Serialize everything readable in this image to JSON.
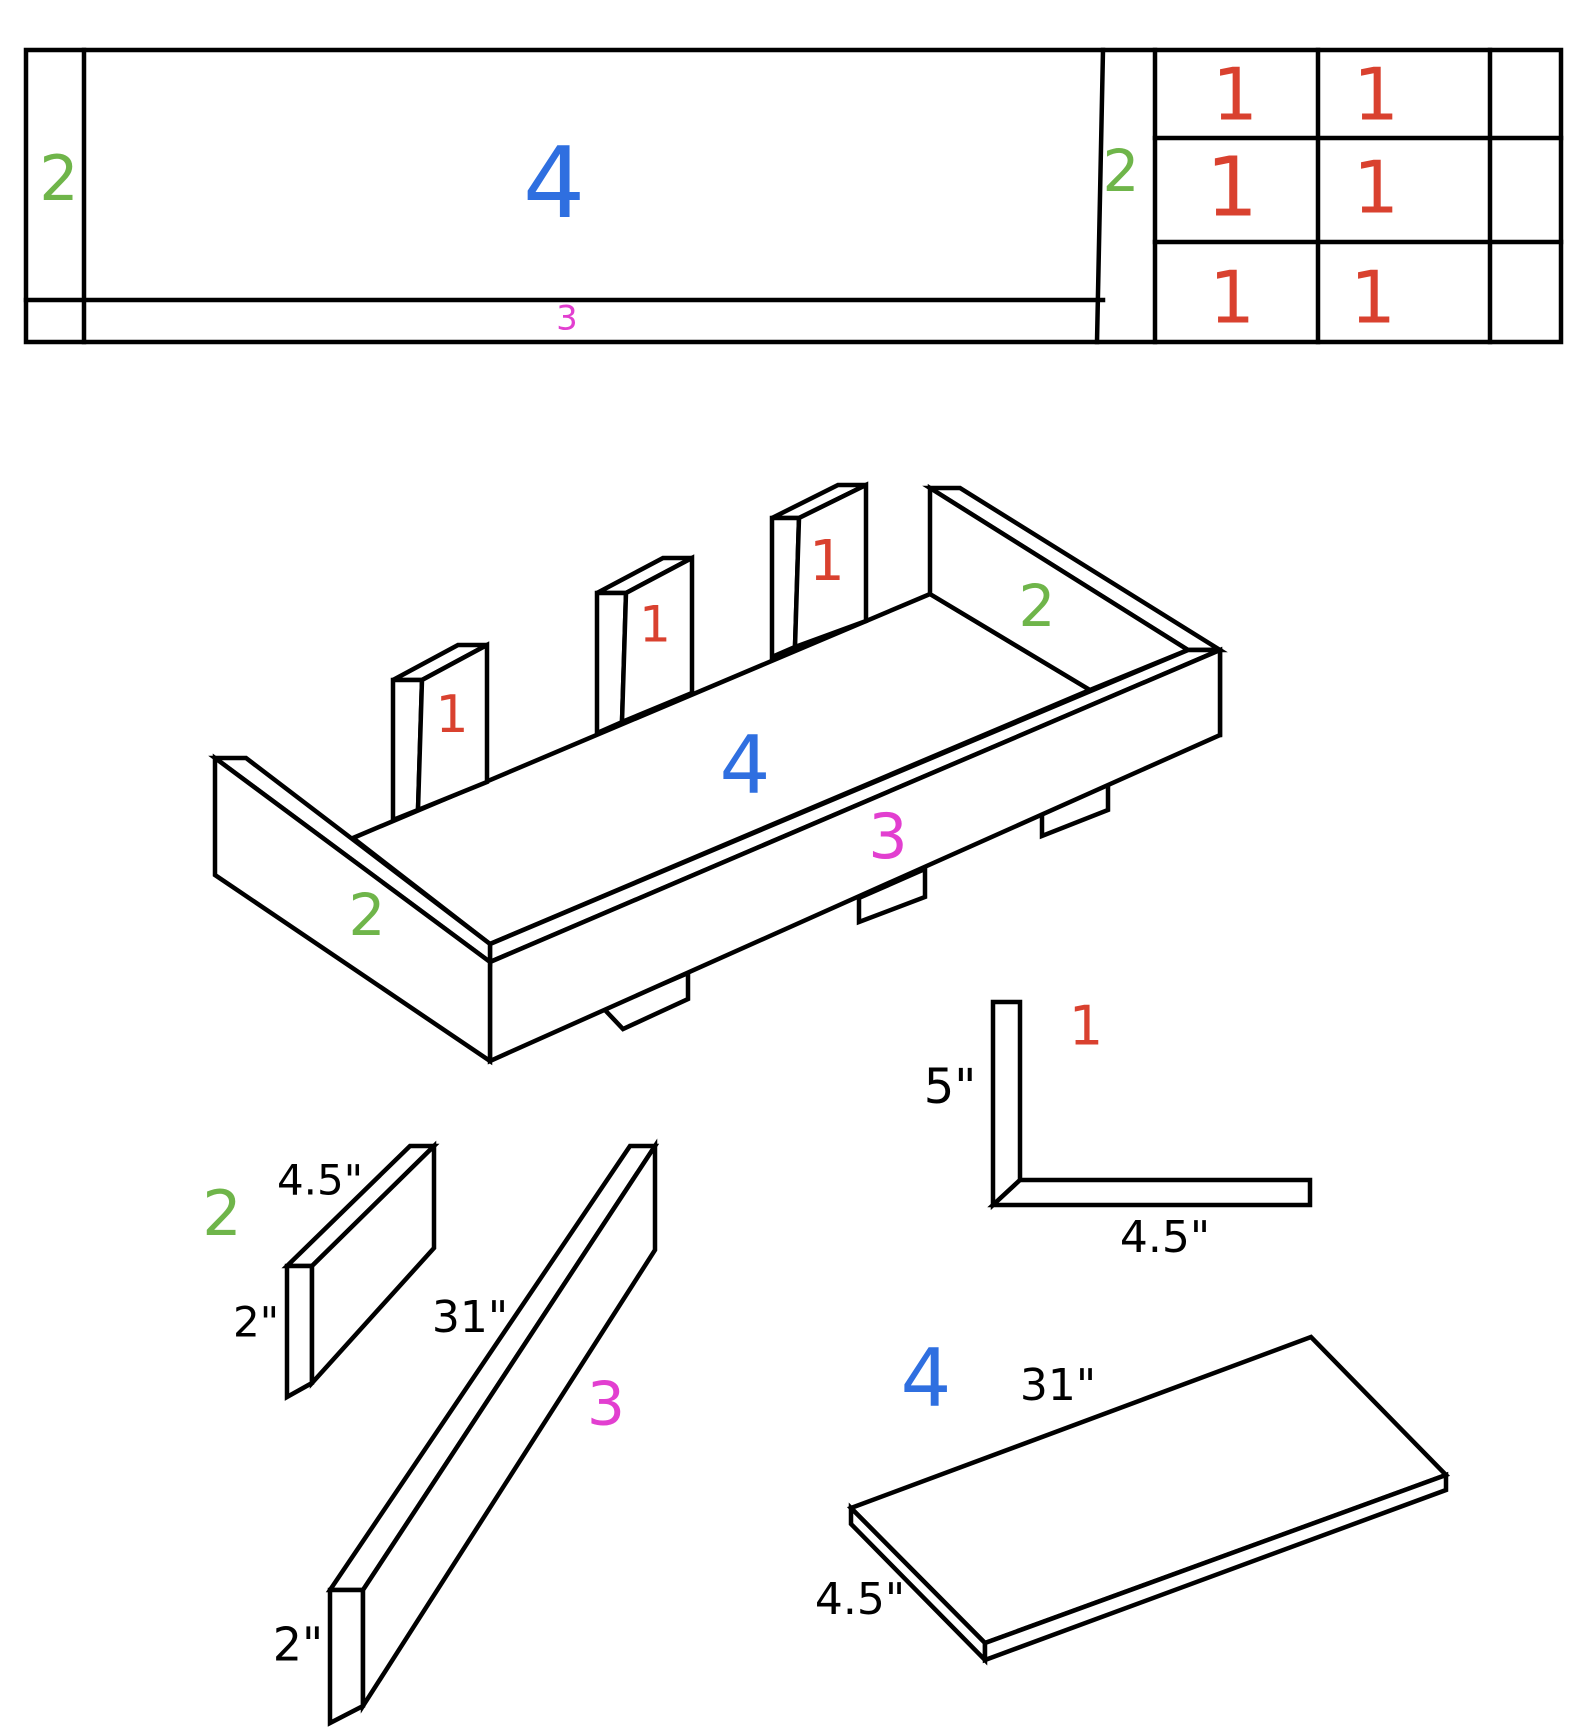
{
  "colors": {
    "part_1": "#d9412f",
    "part_2": "#6fb54a",
    "part_3": "#e23fd0",
    "part_4": "#2f6fe0",
    "line": "#000000",
    "background": "#ffffff"
  },
  "top_view": {
    "left_end_label": "2",
    "bottom_label": "4",
    "front_label": "3",
    "right_end_label": "2",
    "divider_labels": [
      "1",
      "1",
      "1",
      "1",
      "1",
      "1"
    ]
  },
  "assembled_view": {
    "divider_labels": [
      "1",
      "1",
      "1"
    ],
    "back_end_label": "2",
    "bottom_label": "4",
    "front_label": "3",
    "front_end_label": "2"
  },
  "parts": {
    "part_1": {
      "label": "1",
      "height": "5\"",
      "depth": "4.5\""
    },
    "part_2": {
      "label": "2",
      "length": "4.5\"",
      "height": "2\""
    },
    "part_3": {
      "label": "3",
      "length": "31\"",
      "height": "2\""
    },
    "part_4": {
      "label": "4",
      "length": "31\"",
      "depth": "4.5\""
    }
  }
}
